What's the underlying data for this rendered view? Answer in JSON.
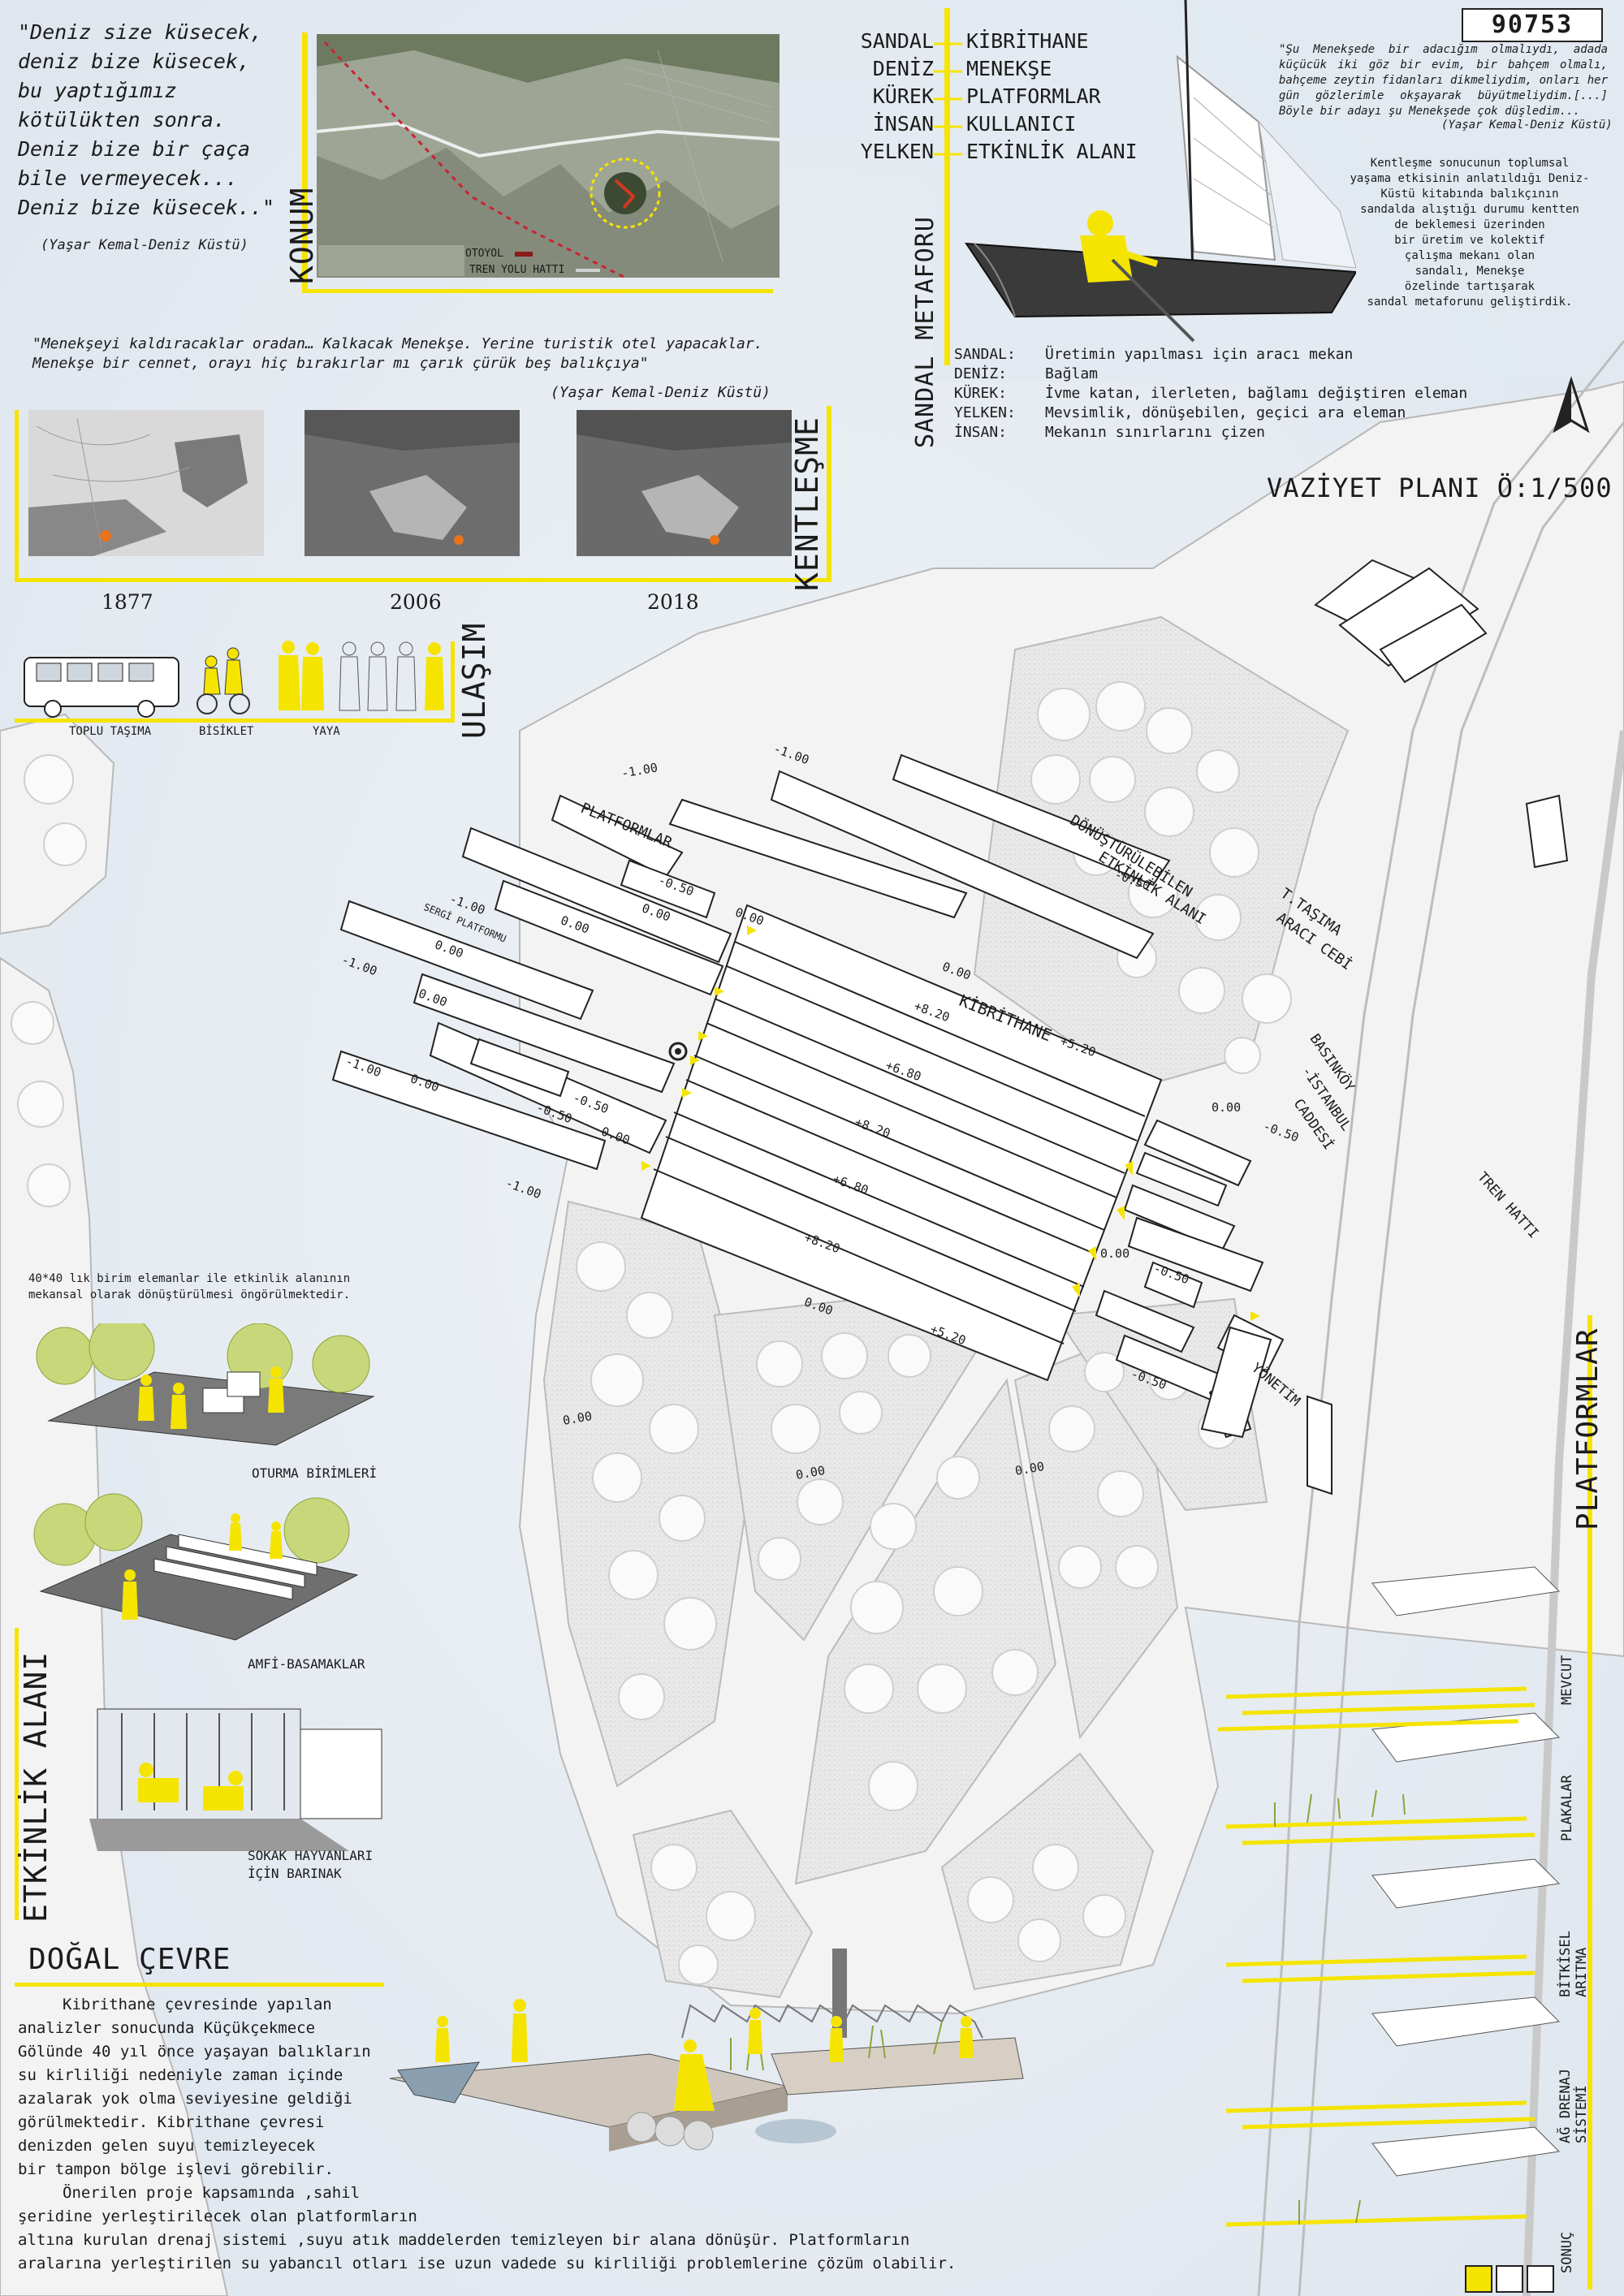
{
  "project_no": "90753",
  "quote_top": {
    "lines": [
      "\"Deniz size küsecek,",
      "deniz bize küsecek,",
      "bu yaptığımız",
      "kötülükten sonra.",
      "Deniz bize bir çaça",
      "bile vermeyecek...",
      "Deniz bize küsecek..\""
    ],
    "source": "(Yaşar Kemal-Deniz Küstü)"
  },
  "konum": {
    "title": "KONUM",
    "legend": [
      {
        "label": "OTOYOL",
        "color": "#8b1a1a"
      },
      {
        "label": "TREN YOLU HATTI",
        "color": "#d0d0d0"
      }
    ]
  },
  "sandal_words": {
    "left": [
      "SANDAL",
      "DENİZ",
      "KÜREK",
      "İNSAN",
      "YELKEN"
    ],
    "right": [
      "KİBRİTHANE",
      "MENEKŞE",
      "PLATFORMLAR",
      "KULLANICI",
      "ETKİNLİK ALANI"
    ]
  },
  "quote_right": {
    "text": "\"Şu Menekşede bir adacığım olmalıydı, adada küçücük iki göz bir evim, bir bahçem olmalı, bahçeme zeytin fidanları dikmeliydim, onları her gün gözlerimle okşayarak büyütmeliydim.[...] Böyle bir adayı şu Menekşede çok düşledim...",
    "source": "(Yaşar Kemal-Deniz Küstü)"
  },
  "metafor_text": [
    "Kentleşme sonucunun toplumsal",
    "yaşama etkisinin anlatıldığı Deniz-",
    "Küstü kitabında balıkçının",
    "sandalda alıştığı durumu kentten",
    "de beklemesi üzerinden",
    "bir  üretim ve kolektif",
    "çalışma mekanı olan",
    "sandalı, Menekşe",
    "özelinde tartışarak",
    "sandal metaforunu geliştirdik."
  ],
  "sandal_metaforu": {
    "title": "SANDAL METAFORU",
    "defs": [
      {
        "term": "SANDAL:",
        "def": "Üretimin yapılması için aracı mekan"
      },
      {
        "term": "DENİZ:",
        "def": "Bağlam"
      },
      {
        "term": "KÜREK:",
        "def": "İvme katan, ilerleten, bağlamı değiştiren eleman"
      },
      {
        "term": "YELKEN:",
        "def": "Mevsimlik, dönüşebilen, geçici ara eleman"
      },
      {
        "term": "İNSAN:",
        "def": "Mekanın sınırlarını çizen"
      }
    ]
  },
  "kentlesme": {
    "quote": "\"Menekşeyi kaldıracaklar oradan… Kalkacak Menekşe. Yerine turistik otel yapacaklar. Menekşe bir cennet, orayı hiç bırakırlar mı çarık çürük beş balıkçıya\"",
    "source": "(Yaşar Kemal-Deniz Küstü)",
    "title": "KENTLEŞME",
    "years": [
      "1877",
      "2006",
      "2018"
    ]
  },
  "ulasim": {
    "title": "ULAŞIM",
    "labels": [
      "TOPLU TAŞIMA",
      "BİSİKLET",
      "YAYA"
    ]
  },
  "vaziyet_title": "VAZİYET PLANI Ö:1/500",
  "plan": {
    "labels": {
      "platformlar": "PLATFORMLAR",
      "sergi": "SERGİ PLATFORMU",
      "donusturulebilen": "DÖNÜŞTÜRÜLEBİLEN",
      "etkinlik_alani": "ETKİNLİK ALANI",
      "tasima1": "T.TAŞIMA",
      "tasima2": "ARACI CEBİ",
      "kibrithane": "KİBRİTHANE",
      "basinkoy1": "BASINKÖY",
      "basinkoy2": "-İSTANBUL",
      "basinkoy3": "CADDESİ",
      "tren": "TREN HATTI",
      "yonetim": "YÖNETİM"
    },
    "elevations": [
      "-1.00",
      "-1.00",
      "-0.50",
      "-1.00",
      "0.00",
      "0.00",
      "-1.00",
      "0.00",
      "0.00",
      "-0.50",
      "-1.00",
      "0.00",
      "-0.50",
      "0.00",
      "-1.00",
      "0.00",
      "-0.50",
      "+8.20",
      "+5.20",
      "+6.80",
      "+8.20",
      "+6.80",
      "+8.20",
      "0.00",
      "+5.20",
      "0.00",
      "0.00",
      "-0.50",
      "0.00",
      "-0.50",
      "-0.50",
      "0.00",
      "0.00",
      "0.00"
    ]
  },
  "etkinlik": {
    "intro": [
      "40*40 lık birim elemanlar ile etkinlik alanının",
      "mekansal olarak dönüştürülmesi öngörülmektedir."
    ],
    "title": "ETKİNLİK ALANI",
    "items": [
      "OTURMA BİRİMLERİ",
      "AMFİ-BASAMAKLAR",
      "SOKAK HAYVANLARI",
      "İÇİN BARINAK"
    ]
  },
  "dogal_cevre": {
    "title": "DOĞAL ÇEVRE",
    "lines": [
      "Kibrithane çevresinde yapılan",
      "analizler sonucunda Küçükçekmece",
      "Gölünde 40 yıl önce yaşayan balıkların",
      "su kirliliği nedeniyle zaman içinde",
      "azalarak yok olma seviyesine geldiği",
      "görülmektedir. Kibrithane çevresi",
      "denizden gelen suyu temizleyecek",
      "bir tampon bölge işlevi görebilir.",
      "Önerilen proje kapsamında ,sahil",
      "şeridine yerleştirilecek olan platformların",
      "altına kurulan drenaj sistemi ,suyu atık maddelerden temizleyen bir alana dönüşür. Platformların",
      "aralarına yerleştirilen su yabancıl otları ise uzun vadede su kirliliği problemlerine çözüm olabilir."
    ]
  },
  "platformlar_side": {
    "title": "PLATFORMLAR",
    "layers": [
      "MEVCUT",
      "PLAKALAR",
      "BİTKİSEL ARITMA",
      "AĞ DRENAJ SİSTEMİ",
      "SONUÇ"
    ]
  },
  "colors": {
    "accent": "#f5e400",
    "text": "#1b1b1b",
    "sea": "#e6ecf2",
    "land": "#f3f3f3"
  }
}
